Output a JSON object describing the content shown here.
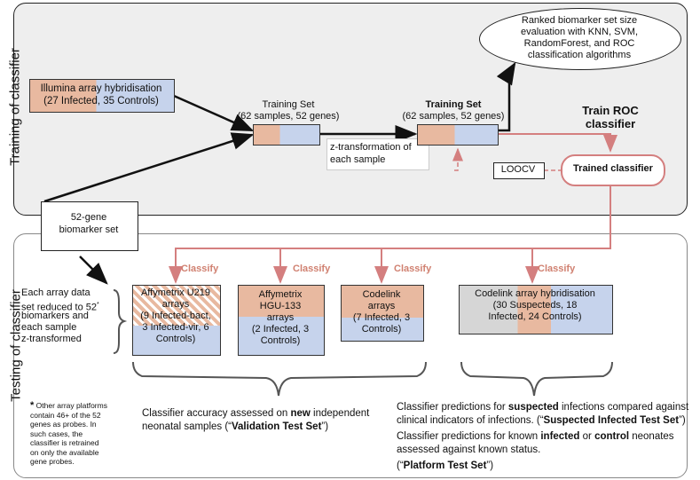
{
  "sections": {
    "training_label": "Training of classifier",
    "testing_label": "Testing of classifier"
  },
  "illumina": {
    "line1": "Illumina array hybridisation",
    "line2": "(27 Infected, 35 Controls)"
  },
  "training_set_1": {
    "line1": "Training Set",
    "line2": "(62 samples, 52 genes)"
  },
  "training_set_2": {
    "line1": "Training Set",
    "line2": "(62 samples, 52 genes)"
  },
  "ztransform": {
    "line1": "z-transformation of",
    "line2": "each sample"
  },
  "ranked": {
    "line1": "Ranked biomarker set size",
    "line2": "evaluation with KNN, SVM,",
    "line3": "RandomForest, and ROC",
    "line4": "classification algorithms"
  },
  "train_roc": {
    "line1": "Train ROC",
    "line2": "classifier"
  },
  "loocv": "LOOCV",
  "trained_classifier": "Trained classifier",
  "biomarker_set": {
    "line1": "52-gene",
    "line2": "biomarker set"
  },
  "classify_label": "Classify",
  "each_array": {
    "line1": "Each array data",
    "line2": "set reduced to 52",
    "sup": "*",
    "line3": "biomarkers and",
    "line4": "each sample",
    "line5": "z-transformed"
  },
  "affy_u219": {
    "line1": "Affymetrix U219",
    "line2": "arrays",
    "line3": "(9 Infected-bact,",
    "line4": "3 Infected-vir, 6",
    "line5": "Controls)"
  },
  "affy_hgu": {
    "line1": "Affymetrix",
    "line2": "HGU-133",
    "line3": "arrays",
    "line4": "(2 Infected, 3",
    "line5": "Controls)"
  },
  "codelink_arrays": {
    "line1": "Codelink",
    "line2": "arrays",
    "line3": "(7 Infected, 3",
    "line4": "Controls)"
  },
  "codelink_hyb": {
    "line1": "Codelink array hybridisation",
    "line2": "(30 Suspecteds, 18",
    "line3": "Infected, 24 Controls)"
  },
  "footnote": {
    "star": "*",
    "line1": "Other array platforms",
    "line2": "contain 46+ of the 52",
    "line3": "genes as probes. In",
    "line4": "such cases, the",
    "line5": "classifier is retrained",
    "line6": "on only the available",
    "line7": "gene probes."
  },
  "validation": {
    "line1a": "Classifier accuracy assessed on ",
    "line1b": "new",
    "line1c": " independent",
    "line2a": "neonatal samples (“",
    "line2b": "Validation Test Set",
    "line2c": "”)"
  },
  "suspected": {
    "l1a": "Classifier predictions for ",
    "l1b": "suspected",
    "l1c": " infections compared against",
    "l2a": "clinical indicators of infections. (“",
    "l2b": "Suspected Infected Test Set",
    "l2c": "”)"
  },
  "platform": {
    "l1a": "Classifier predictions for known ",
    "l1b": "infected",
    "l1c": " or ",
    "l1d": "control",
    "l1e": " neonates",
    "l2": "assessed against known status.",
    "l3a": "(“",
    "l3b": "Platform Test Set",
    "l3c": "”)"
  },
  "colors": {
    "infected": "#e8b9a0",
    "control": "#c6d3ec",
    "classify": "#d47f7f",
    "training_panel": "#eeeeee",
    "suspected": "#d6d6d6"
  }
}
